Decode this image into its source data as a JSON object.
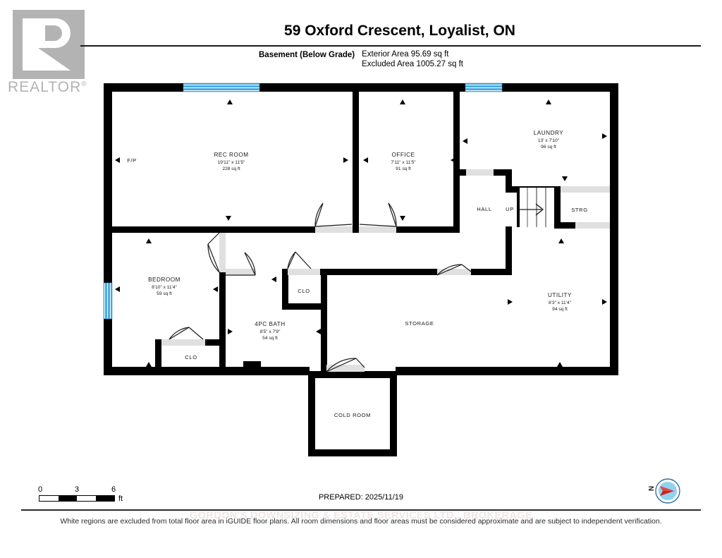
{
  "logo": {
    "name": "REALTOR",
    "registered": "®"
  },
  "header": {
    "title": "59 Oxford Crescent, Loyalist, ON",
    "grade_label": "Basement (Below Grade)",
    "exterior_area": "Exterior Area 95.69 sq ft",
    "excluded_area": "Excluded Area 1005.27 sq ft"
  },
  "rooms": [
    {
      "key": "rec_room",
      "name": "REC ROOM",
      "dim": "19'11\" x 11'5\"",
      "area": "228 sq ft"
    },
    {
      "key": "office",
      "name": "OFFICE",
      "dim": "7'11\" x 11'5\"",
      "area": "91 sq ft"
    },
    {
      "key": "laundry",
      "name": "LAUNDRY",
      "dim": "13' x 7'10\"",
      "area": "96 sq ft"
    },
    {
      "key": "bedroom",
      "name": "BEDROOM",
      "dim": "8'10\" x 11'4\"",
      "area": "59 sq ft"
    },
    {
      "key": "bath",
      "name": "4PC BATH",
      "dim": "8'5\" x 7'9\"",
      "area": "54 sq ft"
    },
    {
      "key": "utility",
      "name": "UTILITY",
      "dim": "8'3\" x 11'4\"",
      "area": "94 sq ft"
    }
  ],
  "labels": {
    "fp": "F/P",
    "hall": "HALL",
    "up": "UP",
    "strg": "STRG",
    "clo_center": "CLO",
    "clo_bedroom": "CLO",
    "storage": "STORAGE",
    "cold_room": "COLD ROOM"
  },
  "scale": {
    "tick_0": "0",
    "tick_1": "3",
    "tick_2": "6",
    "unit": "ft"
  },
  "footer": {
    "prepared": "PREPARED: 2025/11/19",
    "watermark": "GORDON'S DOWNSIZING & ESTATE SERVICES LTD., BROKERAGE",
    "disclaimer": "White regions are excluded from total floor area in iGUIDE floor plans. All room dimensions and floor areas must be considered approximate and are subject to independent verification."
  },
  "compass": {
    "letter": "N"
  },
  "colors": {
    "wall": "#000000",
    "window": "#49ABE0",
    "door_fill": "#E0E0E0",
    "logo_gray": "#B3B3B3",
    "compass_disc": "#8FD3F0",
    "compass_needle": "#D0211C",
    "compass_ring": "#2E6FA8"
  }
}
